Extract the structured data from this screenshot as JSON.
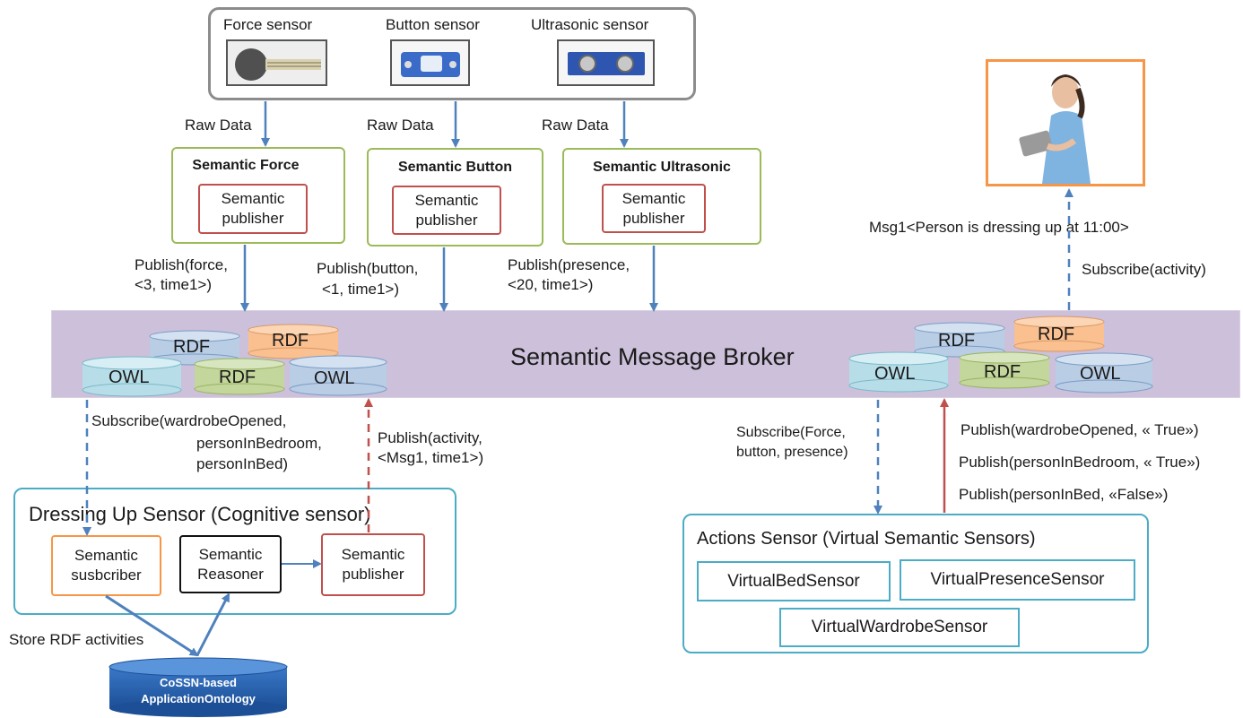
{
  "sensors": {
    "force_title": "Force sensor",
    "button_title": "Button sensor",
    "ultrasonic_title": "Ultrasonic sensor"
  },
  "raw_data": "Raw Data",
  "semantic_boxes": {
    "force": "Semantic Force",
    "button": "Semantic Button",
    "ultrasonic": "Semantic Ultrasonic",
    "publisher_line1": "Semantic",
    "publisher_line2": "publisher"
  },
  "publish": {
    "force_l1": "Publish(force,",
    "force_l2": "<3, time1>)",
    "button_l1": "Publish(button,",
    "button_l2": "<1, time1>)",
    "presence_l1": "Publish(presence,",
    "presence_l2": "<20, time1>)"
  },
  "broker": {
    "title": "Semantic Message Broker",
    "rdf": "RDF",
    "owl": "OWL"
  },
  "right_top": {
    "msg": "Msg1<Person is dressing up at 11:00>",
    "subscribe": "Subscribe(activity)"
  },
  "left_lower": {
    "subscribe_l1": "Subscribe(wardrobeOpened,",
    "subscribe_l2": "personInBedroom,",
    "subscribe_l3": "personInBed)",
    "publish_l1": "Publish(activity,",
    "publish_l2": "<Msg1, time1>)",
    "dressing_title": "Dressing Up Sensor (Cognitive sensor)",
    "subscriber_l1": "Semantic",
    "subscriber_l2": "susbcriber",
    "reasoner_l1": "Semantic",
    "reasoner_l2": "Reasoner",
    "publisher_l1": "Semantic",
    "publisher_l2": "publisher",
    "store": "Store RDF activities",
    "db_l1": "CoSSN-based",
    "db_l2": "ApplicationOntology"
  },
  "right_lower": {
    "subscribe_l1": "Subscribe(Force,",
    "subscribe_l2": "button,  presence)",
    "pub1": "Publish(wardrobeOpened, « True»)",
    "pub2": "Publish(personInBedroom, « True»)",
    "pub3": "Publish(personInBed, «False»)",
    "actions_title": "Actions Sensor (Virtual Semantic Sensors)",
    "bed": "VirtualBedSensor",
    "presence": "VirtualPresenceSensor",
    "wardrobe": "VirtualWardrobeSensor"
  },
  "colors": {
    "arrow_blue": "#4f81bd",
    "arrow_red": "#c0504d",
    "broker_bg": "#ccc0da",
    "cyl_blue": "#b9cde5",
    "cyl_orange": "#fac090",
    "cyl_green": "#c3d69b",
    "cyl_cyan": "#b7dee8"
  }
}
